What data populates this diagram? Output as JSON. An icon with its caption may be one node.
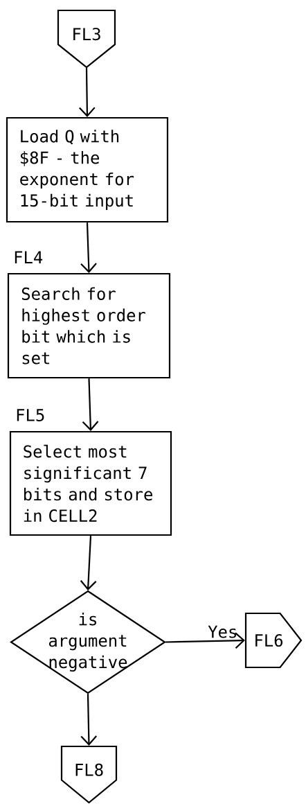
{
  "diagram": {
    "nodes": [
      {
        "text": [
          "FL3"
        ]
      },
      {
        "text": [
          "Load Q with $8F - the exponent for 15-bit input"
        ]
      },
      {
        "text": [
          "Search for highest order bit which is set"
        ],
        "beside": [
          "FL4"
        ]
      },
      {
        "text": [
          "Select most significant 7 bits and store in CELL2"
        ],
        "beside": [
          "FL5"
        ]
      },
      {
        "text": [
          "is argument negative"
        ]
      },
      {
        "text": [
          "FL6"
        ]
      },
      {
        "text": [
          "FL8"
        ]
      }
    ],
    "edges": [
      {
        "from": 0,
        "to": 1,
        "arrow": "to"
      },
      {
        "from": 1,
        "to": 2,
        "arrow": "to"
      },
      {
        "from": 2,
        "to": 3,
        "arrow": "to"
      },
      {
        "from": 3,
        "to": 4,
        "arrow": "to"
      },
      {
        "from": 4,
        "to": 5,
        "arrow": "to",
        "label": "Yes"
      },
      {
        "from": 4,
        "to": 6,
        "arrow": "to"
      }
    ]
  }
}
